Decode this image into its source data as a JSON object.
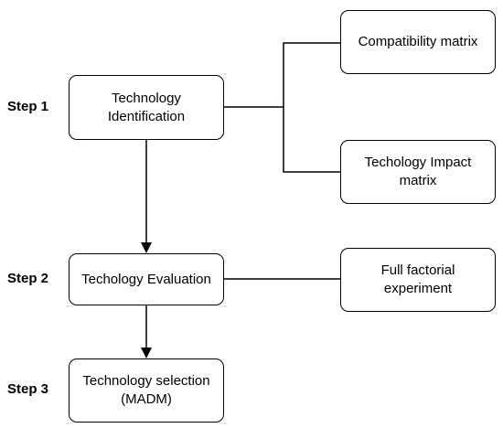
{
  "steps": {
    "step1": "Step 1",
    "step2": "Step 2",
    "step3": "Step 3"
  },
  "nodes": {
    "tech_identification": [
      "Technology",
      "Identification"
    ],
    "tech_evaluation": [
      "Techology Evaluation"
    ],
    "tech_selection": [
      "Technology selection",
      "(MADM)"
    ],
    "compatibility_matrix": [
      "Compatibility matrix"
    ],
    "impact_matrix": [
      "Techology Impact",
      "matrix"
    ],
    "full_factorial": [
      "Full factorial",
      "experiment"
    ]
  }
}
